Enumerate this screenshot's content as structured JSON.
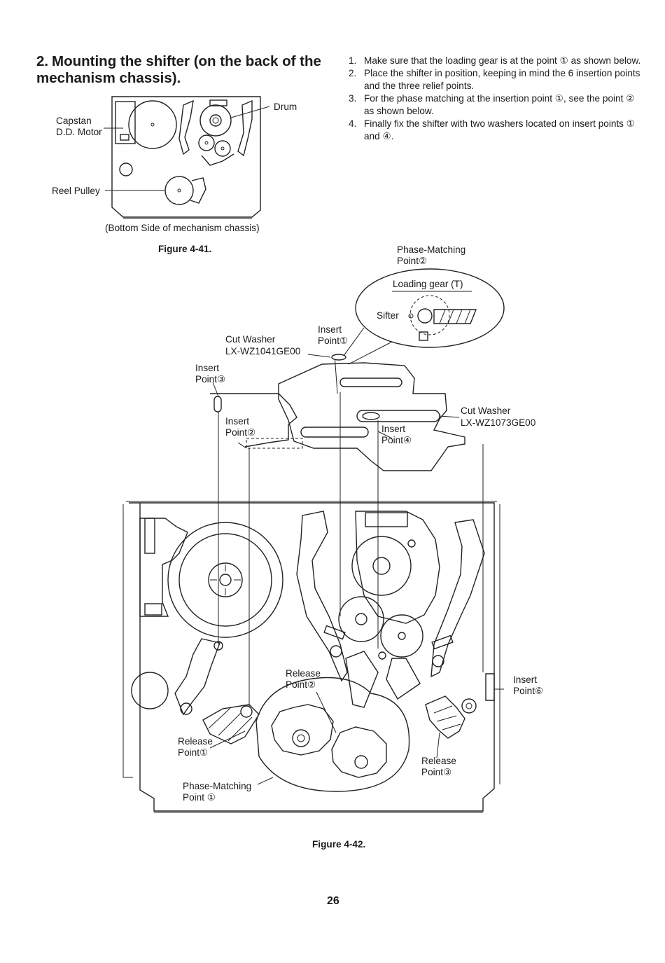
{
  "section": {
    "number": "2.",
    "title": "Mounting the shifter (on the back of the mechanism chassis)."
  },
  "steps": [
    {
      "n": "1.",
      "text": "Make sure that the loading gear is at the point ① as shown below."
    },
    {
      "n": "2.",
      "text": "Place the shifter in position, keeping in mind the 6 insertion points and the three relief points."
    },
    {
      "n": "3.",
      "text": "For the phase matching at the insertion point ①, see the point ② as shown below."
    },
    {
      "n": "4.",
      "text": "Finally fix the shifter with two washers located on insert points ① and ④."
    }
  ],
  "figure41": {
    "label_capstan_1": "Capstan",
    "label_capstan_2": "D.D. Motor",
    "label_drum": "Drum",
    "label_reel": "Reel Pulley",
    "sublabel": "(Bottom Side of mechanism chassis)",
    "caption": "Figure 4-41."
  },
  "figure42": {
    "phase2_1": "Phase-Matching",
    "phase2_2": "Point②",
    "loading_gear": "Loading gear (T)",
    "sifter": "Sifter",
    "insert1_1": "Insert",
    "insert1_2": "Point①",
    "cut_washer_a_1": "Cut Washer",
    "cut_washer_a_2": "LX-WZ1041GE00",
    "insert3_1": "Insert",
    "insert3_2": "Point③",
    "insert2_1": "Insert",
    "insert2_2": "Point②",
    "cut_washer_b_1": "Cut Washer",
    "cut_washer_b_2": "LX-WZ1073GE00",
    "insert4_1": "Insert",
    "insert4_2": "Point④",
    "insert6_1": "Insert",
    "insert6_2": "Point⑥",
    "release2_1": "Release",
    "release2_2": "Point②",
    "release1_1": "Release",
    "release1_2": "Point①",
    "release3_1": "Release",
    "release3_2": "Point③",
    "phase1_1": "Phase-Matching",
    "phase1_2": "Point ①",
    "caption": "Figure 4-42."
  },
  "page_number": "26"
}
